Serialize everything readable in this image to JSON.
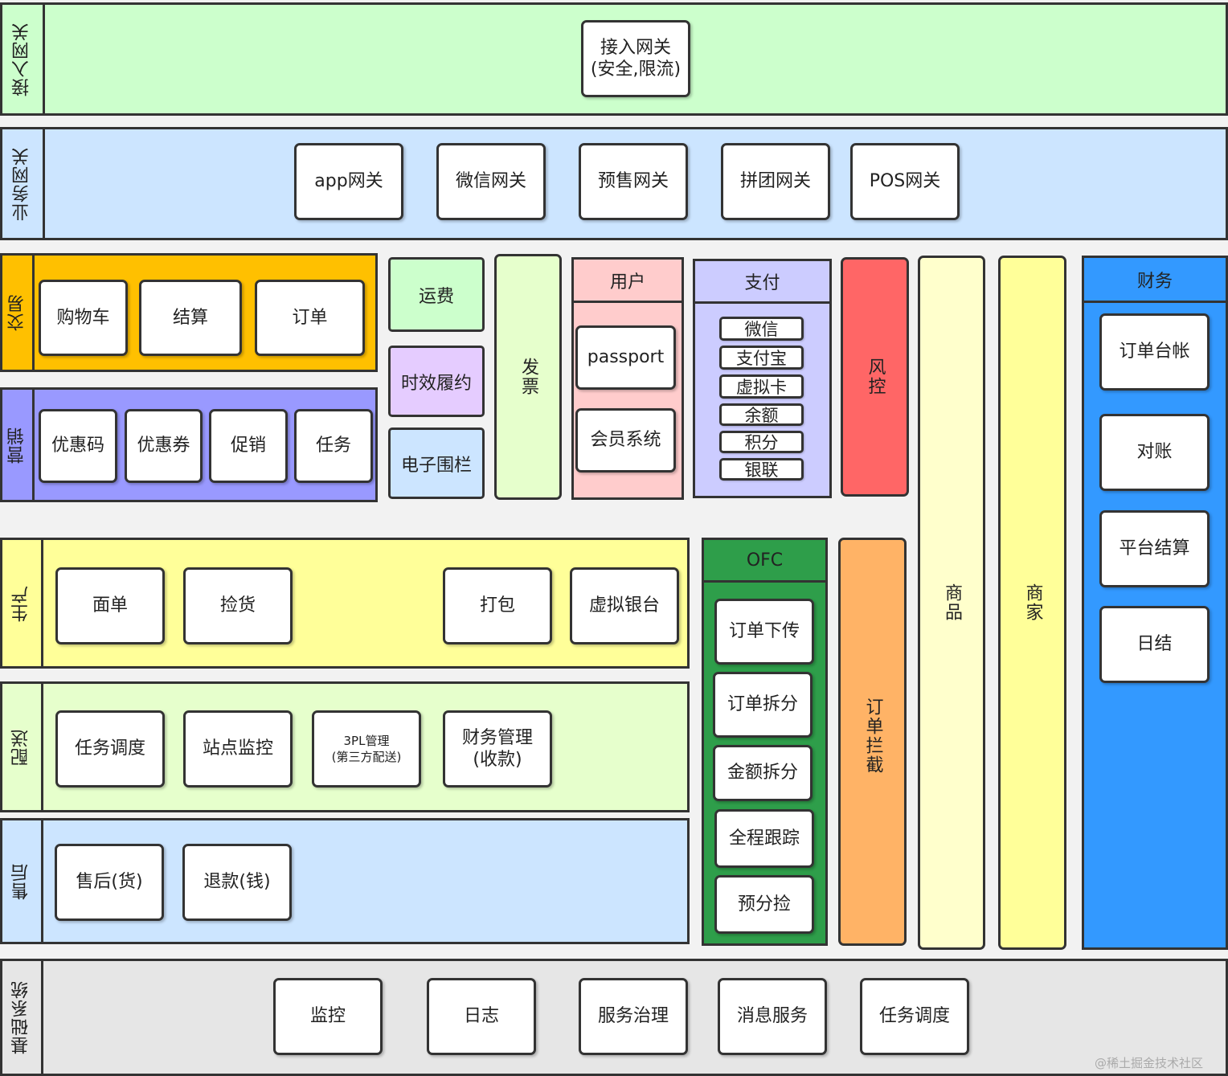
{
  "colors": {
    "access": "#ccffcc",
    "business": "#cce5ff",
    "trade": "#ffc000",
    "marketing": "#9999ff",
    "freight": "#ccffcc",
    "timeliness": "#e5ccff",
    "fence": "#cce5ff",
    "invoice": "#e6ffcc",
    "user": "#ffcccc",
    "payment": "#ccccff",
    "risk": "#ff6666",
    "goods": "#ffffcc",
    "merchant": "#ffff99",
    "finance": "#3399ff",
    "production": "#ffff99",
    "delivery": "#e6ffcc",
    "aftersale": "#cce5ff",
    "ofc": "#2e9e4a",
    "intercept": "#ffb366",
    "base": "#e6e6e6"
  },
  "access_gateway": {
    "label": "接入网关",
    "box_line1": "接入网关",
    "box_line2": "(安全,限流)"
  },
  "business_gateway": {
    "label": "业务网关",
    "items": [
      "app网关",
      "微信网关",
      "预售网关",
      "拼团网关",
      "POS网关"
    ]
  },
  "trade": {
    "label": "交易",
    "items": [
      "购物车",
      "结算",
      "订单"
    ]
  },
  "marketing": {
    "label": "营销",
    "items": [
      "优惠码",
      "优惠券",
      "促销",
      "任务"
    ]
  },
  "freight": "运费",
  "timeliness": "时效履约",
  "fence": "电子围栏",
  "invoice": "发票",
  "user": {
    "title": "用户",
    "items": [
      "passport",
      "会员系统"
    ]
  },
  "payment": {
    "title": "支付",
    "items": [
      "微信",
      "支付宝",
      "虚拟卡",
      "余额",
      "积分",
      "银联"
    ]
  },
  "risk": "风控",
  "goods": "商品",
  "merchant": "商家",
  "finance": {
    "title": "财务",
    "items": [
      "订单台帐",
      "对账",
      "平台结算",
      "日结"
    ]
  },
  "production": {
    "label": "生产",
    "items": [
      "面单",
      "捡货",
      "打包",
      "虚拟银台"
    ]
  },
  "delivery": {
    "label": "配送",
    "item1": "任务调度",
    "item2": "站点监控",
    "item3_line1": "3PL管理",
    "item3_line2": "(第三方配送)",
    "item4_line1": "财务管理",
    "item4_line2": "(收款)"
  },
  "aftersale": {
    "label": "售后",
    "items": [
      "售后(货)",
      "退款(钱)"
    ]
  },
  "ofc": {
    "title": "OFC",
    "items": [
      "订单下传",
      "订单拆分",
      "金额拆分",
      "全程跟踪",
      "预分捡"
    ]
  },
  "intercept": "订单拦截",
  "base": {
    "label": "基础系统",
    "items": [
      "监控",
      "日志",
      "服务治理",
      "消息服务",
      "任务调度"
    ]
  },
  "watermark": "@稀土掘金技术社区"
}
